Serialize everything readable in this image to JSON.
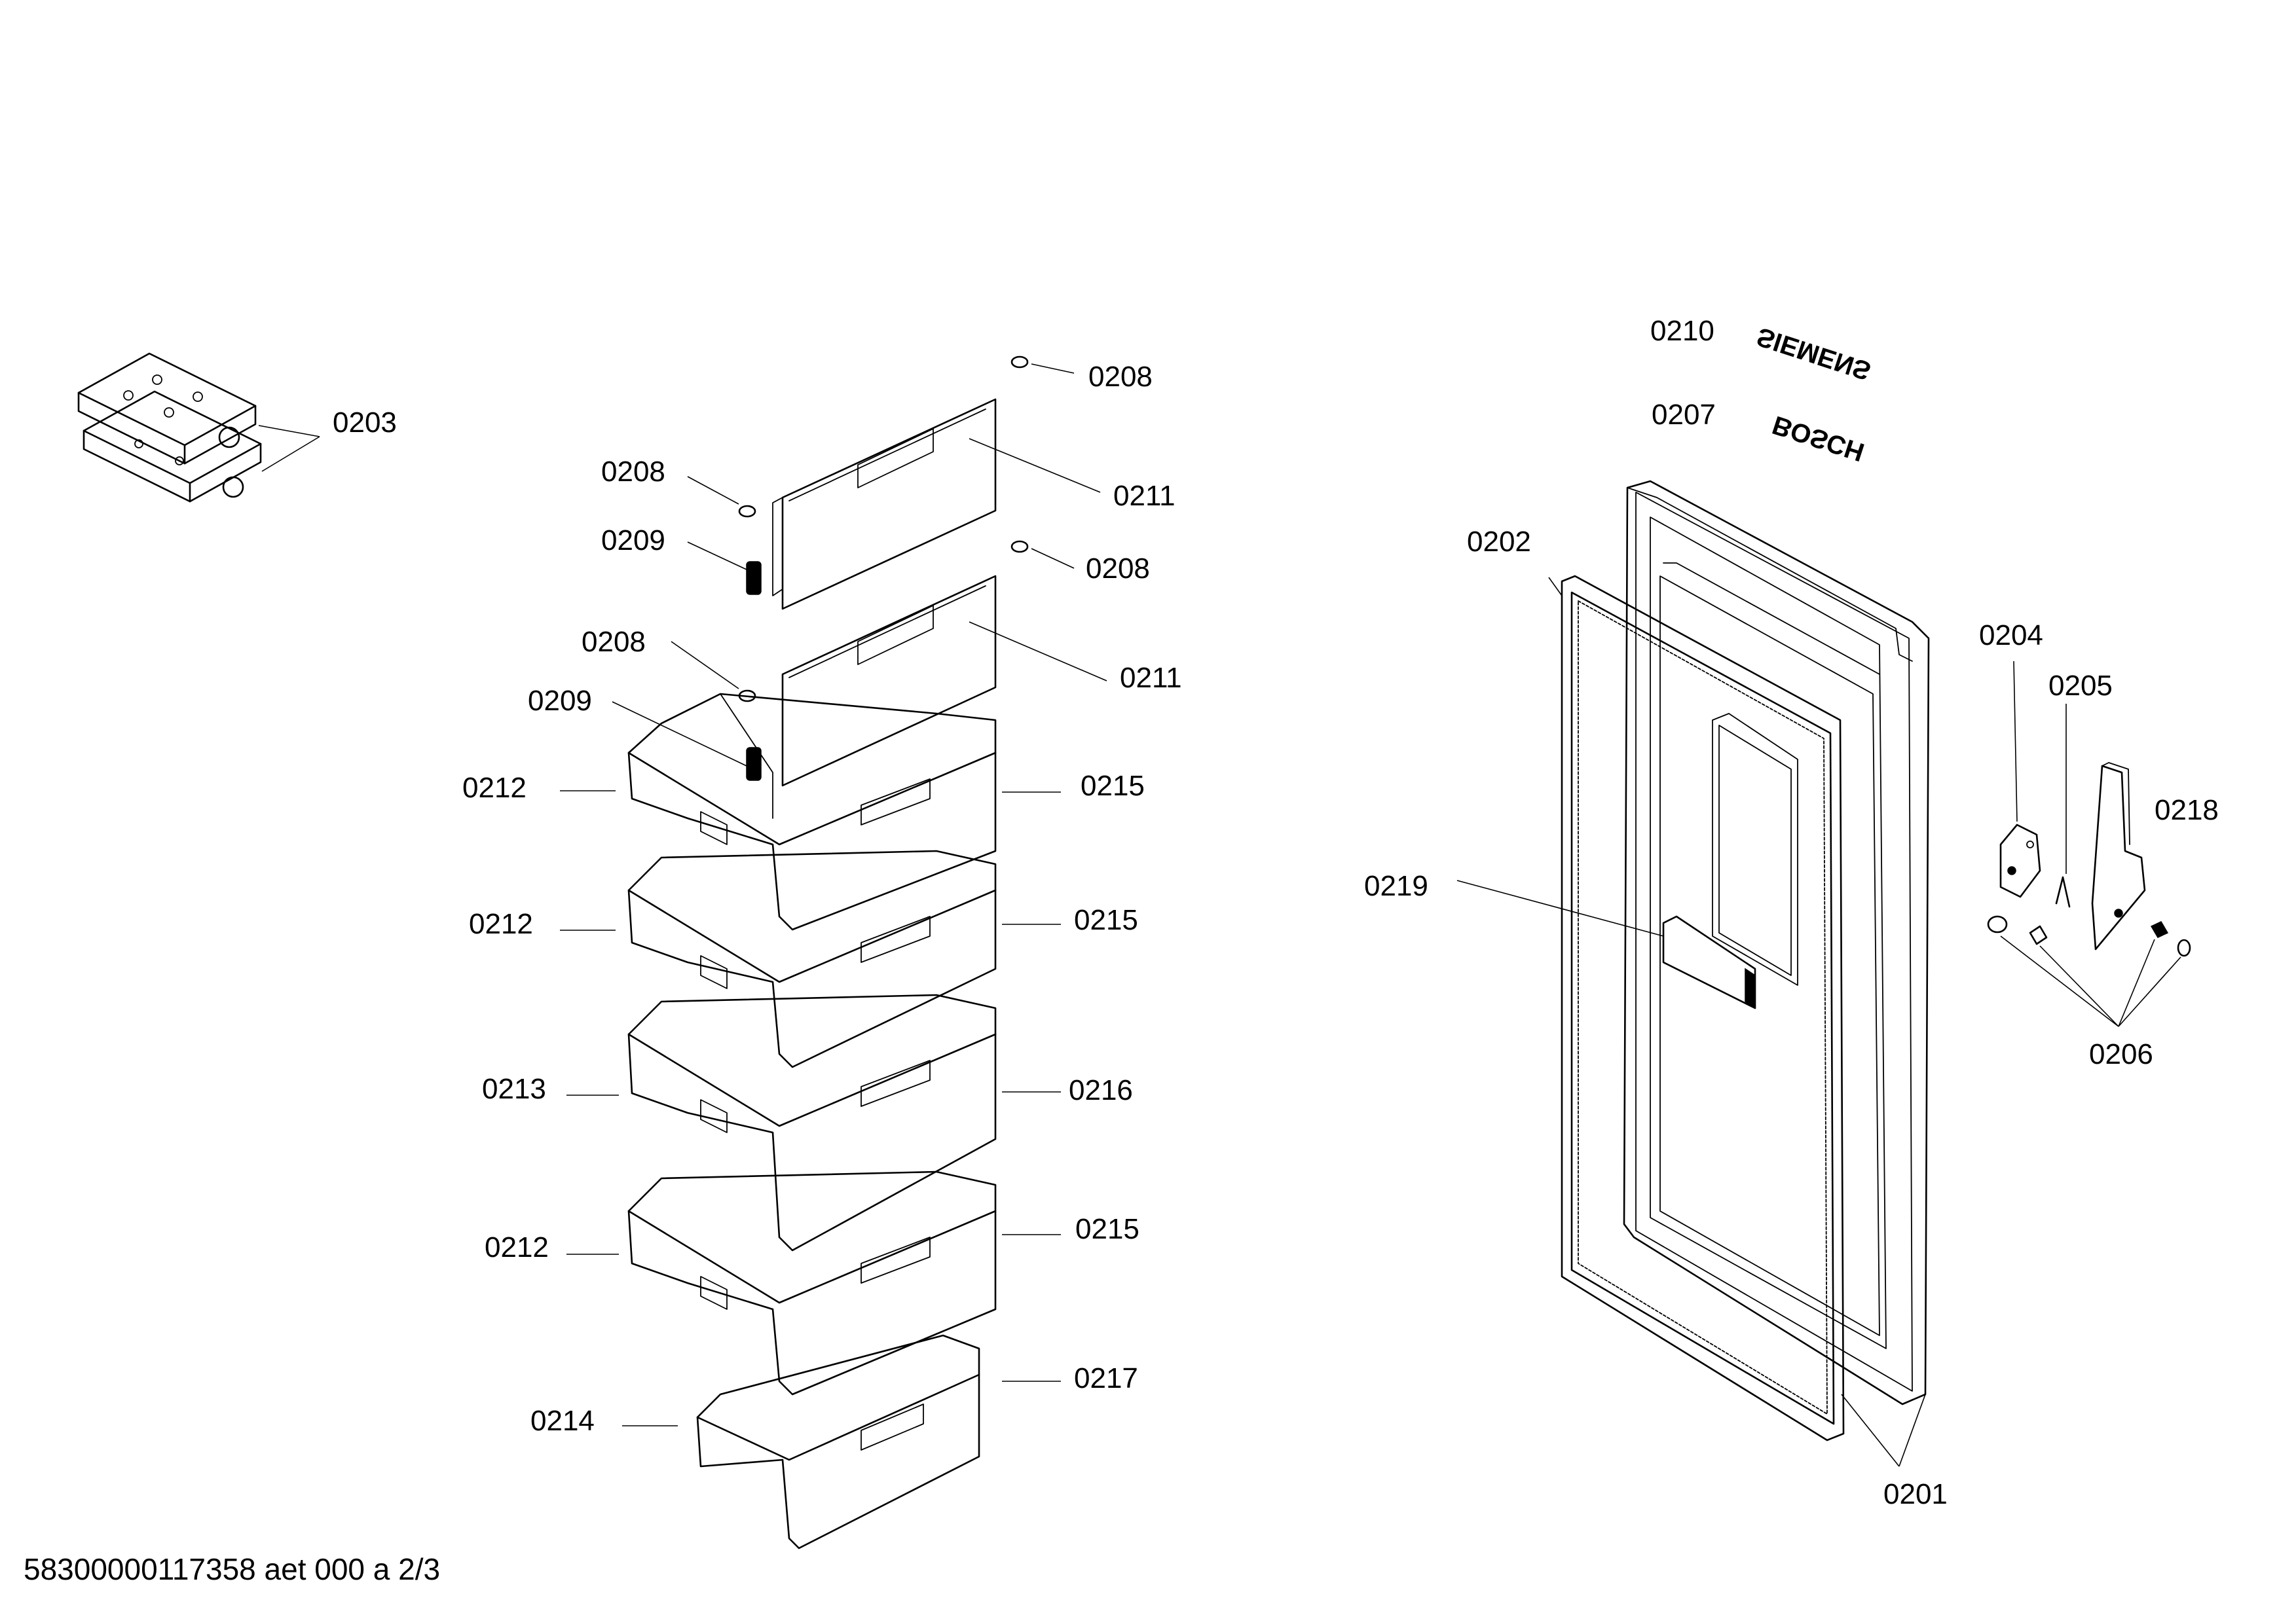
{
  "labels": {
    "p0201": "0201",
    "p0202": "0202",
    "p0203": "0203",
    "p0204": "0204",
    "p0205": "0205",
    "p0206": "0206",
    "p0207": "0207",
    "p0208": "0208",
    "p0209": "0209",
    "p0210": "0210",
    "p0211": "0211",
    "p0212": "0212",
    "p0213": "0213",
    "p0214": "0214",
    "p0215": "0215",
    "p0216": "0216",
    "p0217": "0217",
    "p0218": "0218",
    "p0219": "0219"
  },
  "brands": {
    "siemens": "SIEMENS",
    "bosch": "BOSCH"
  },
  "footer": {
    "reference": "58300000117358 aet 000 a 2/3"
  }
}
